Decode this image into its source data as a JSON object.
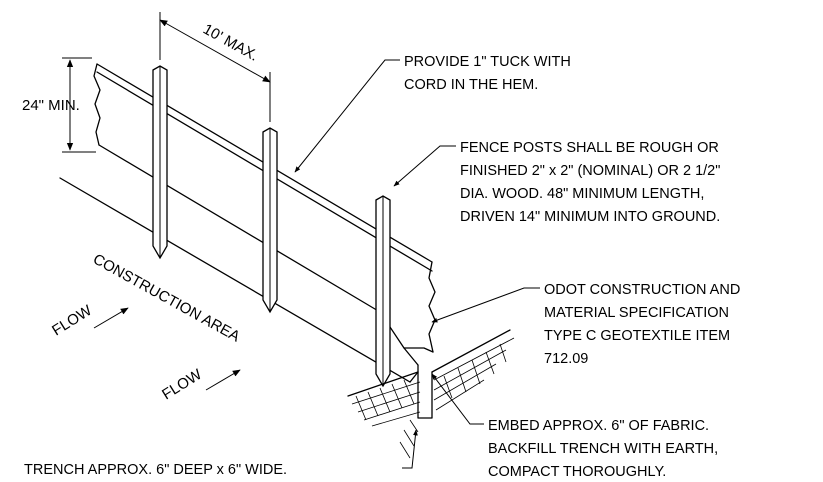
{
  "dimensions": {
    "post_spacing": "10' MAX.",
    "fence_height": "24\" MIN."
  },
  "callouts": {
    "tuck": [
      "PROVIDE 1\" TUCK WITH",
      "CORD IN THE HEM."
    ],
    "posts": [
      "FENCE POSTS SHALL BE ROUGH OR",
      "FINISHED 2\" x 2\" (NOMINAL) OR 2 1/2\"",
      "DIA. WOOD. 48\" MINIMUM LENGTH,",
      "DRIVEN 14\" MINIMUM INTO GROUND."
    ],
    "geotextile": [
      "ODOT CONSTRUCTION AND",
      "MATERIAL SPECIFICATION",
      "TYPE C GEOTEXTILE ITEM",
      "712.09"
    ],
    "embed": [
      "EMBED APPROX. 6\" OF FABRIC.",
      "BACKFILL TRENCH WITH EARTH,",
      "COMPACT THOROUGHLY."
    ],
    "trench": "TRENCH APPROX. 6\" DEEP x 6\" WIDE."
  },
  "area_labels": {
    "construction_area": "CONSTRUCTION AREA",
    "flow_upper": "FLOW",
    "flow_lower": "FLOW"
  }
}
